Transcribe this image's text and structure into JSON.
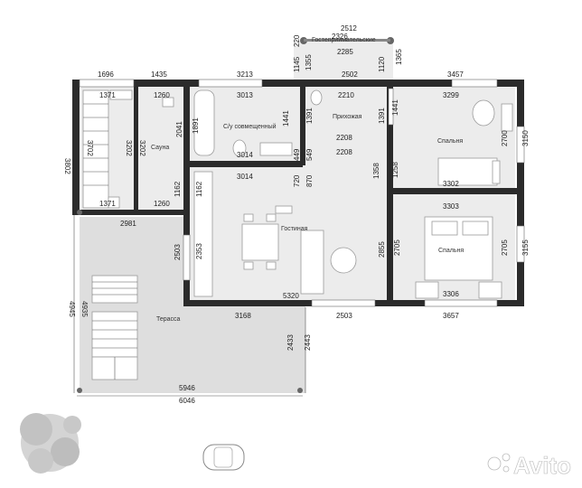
{
  "rooms": {
    "bathroom": "С/у совмещенный",
    "sauna": "Сауна",
    "hall": "Прихожая",
    "bedroom1": "Спальня",
    "living": "Гостиная",
    "bedroom2": "Спальня",
    "terrace": "Терасса",
    "porch": "Гостеприимательские"
  },
  "dims": {
    "top_1696": "1696",
    "top_1435": "1435",
    "top_3213": "3213",
    "top_2502": "2502",
    "top_3457": "3457",
    "top_2512": "2512",
    "top_2285": "2285",
    "top_2326": "2326",
    "in_1371": "1371",
    "in_1260": "1260",
    "in_3013": "3013",
    "in_2210": "2210",
    "in_3299": "3299",
    "in_1145": "1145",
    "in_1355": "1355",
    "in_1120": "1120",
    "in_1365": "1365",
    "in_220": "220",
    "left_3802": "3802",
    "left_3702": "3702",
    "left_3202": "3202",
    "v_2041": "2041",
    "v_1891": "1891",
    "v_1441": "1441",
    "v_1391": "1391",
    "v_1391b": "1391",
    "v_1441b": "1441",
    "v_2700": "2700",
    "v_3150": "3150",
    "h_3014": "3014",
    "h_2208": "2208",
    "h_2208b": "2208",
    "v_449": "449",
    "v_549": "549",
    "v_1358": "1358",
    "v_1258": "1258",
    "h_3014b": "3014",
    "v_720": "720",
    "v_870": "870",
    "h_3302": "3302",
    "v_1162": "1162",
    "v_1162b": "1162",
    "h_1371b": "1371",
    "h_1260b": "1260",
    "h_2981": "2981",
    "h_3303": "3303",
    "v_2503": "2503",
    "v_2353": "2353",
    "v_2855": "2855",
    "v_2705": "2705",
    "v_2705b": "2705",
    "v_3155": "3155",
    "h_5320": "5320",
    "h_3306": "3306",
    "h_3168": "3168",
    "h_2503": "2503",
    "h_3657": "3657",
    "v_4945": "4945",
    "v_4935": "4935",
    "v_2433": "2433",
    "v_2443": "2443",
    "h_5946": "5946",
    "h_6046": "6046"
  },
  "watermark": "Avito"
}
